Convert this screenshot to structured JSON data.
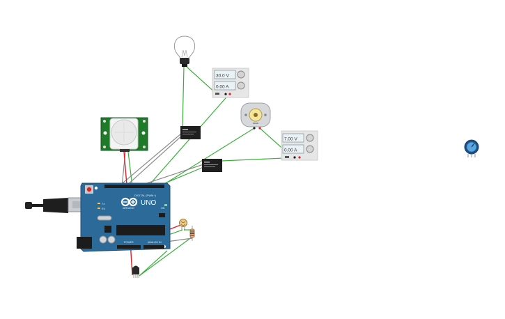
{
  "supplies": [
    {
      "voltage": "30.0 V",
      "current": "0.00 A"
    },
    {
      "voltage": "7.00 V",
      "current": "0.00 A"
    }
  ],
  "arduino": {
    "logo": "ARDUINO",
    "model": "UNO",
    "digital_label": "DIGITAL (PWM~)",
    "power_label": "POWER",
    "analog_label": "ANALOG IN",
    "tx": "TX",
    "rx": "RX",
    "on": "ON"
  },
  "colors": {
    "wire_green": "#3ab03a",
    "wire_red": "#d8232a",
    "wire_gray": "#8a8a8a",
    "board_blue": "#2b6a99",
    "pir_green": "#1f7a2a"
  },
  "icons": {
    "bulb": "light-bulb-icon",
    "motor": "dc-motor-icon",
    "potentiometer": "potentiometer-icon",
    "usb": "usb-cable-icon"
  }
}
